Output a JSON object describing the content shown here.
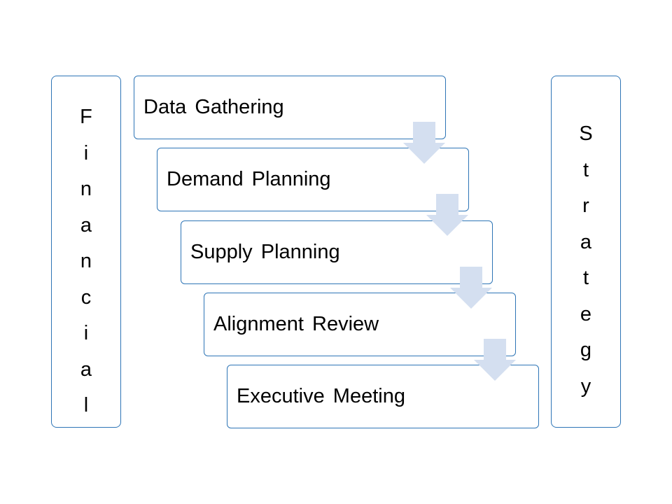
{
  "left_box": {
    "letters": [
      "F",
      "i",
      "n",
      "a",
      "n",
      "c",
      "i",
      "a",
      "l"
    ]
  },
  "right_box": {
    "letters": [
      "S",
      "t",
      "r",
      "a",
      "t",
      "e",
      "g",
      "y"
    ]
  },
  "steps": [
    {
      "label": "Data Gathering"
    },
    {
      "label": "Demand Planning"
    },
    {
      "label": "Supply Planning"
    },
    {
      "label": "Alignment Review"
    },
    {
      "label": "Executive Meeting"
    }
  ],
  "colors": {
    "box_border": "#2e75b6",
    "arrow_fill": "#d4dff0"
  }
}
